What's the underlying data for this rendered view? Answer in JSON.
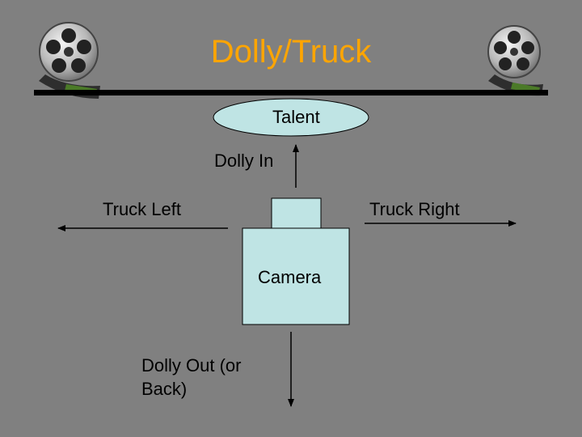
{
  "slide": {
    "title": "Dolly/Truck",
    "talent_label": "Talent",
    "camera_label": "Camera",
    "dolly_in_label": "Dolly In",
    "dolly_out_label": "Dolly Out (or Back)",
    "truck_left_label": "Truck Left",
    "truck_right_label": "Truck Right"
  },
  "colors": {
    "background": "#808080",
    "title": "#FFA500",
    "shape_fill": "#BFE4E4",
    "line": "#000000"
  },
  "icons": [
    "film-reel-icon",
    "film-reel-icon"
  ]
}
